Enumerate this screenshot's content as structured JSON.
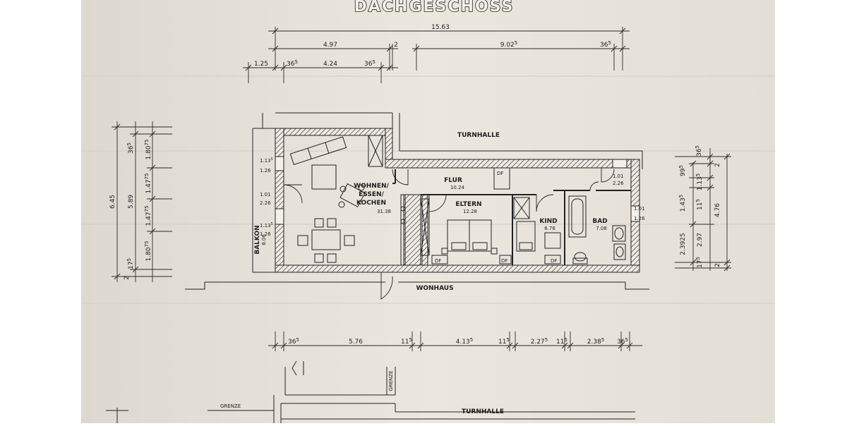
{
  "title": "DACHGESCHOSS",
  "neighbors": {
    "top": "TURNHALLE",
    "bottom": "WONHAUS",
    "lower_top": "TURNHALLE"
  },
  "grenze": "GRENZE",
  "rooms": {
    "wohnen_l1": "WOHNEN/",
    "wohnen_l2": "ESSEN/",
    "wohnen_l3": "KOCHEN",
    "wohnen_area": "31.38",
    "flur": "FLUR",
    "flur_area": "10.24",
    "eltern": "ELTERN",
    "eltern_area": "12.28",
    "kind": "KIND",
    "kind_area": "6.76",
    "bad": "BAD",
    "bad_area": "7.08",
    "balkon": "BALKON",
    "balkon_area": "8.06"
  },
  "df": "DF",
  "dims_top": {
    "overall": "15.63",
    "left_total": "4.97",
    "right_total": "9.02",
    "right_total_sup": "5",
    "step": "2",
    "end36": "36",
    "end36_sup": "5",
    "row3_a": "1.25",
    "row3_b": "36",
    "row3_b_sup": "5",
    "row3_c": "4.24",
    "row3_d": "36",
    "row3_d_sup": "5"
  },
  "dims_left": {
    "overall": "6.45",
    "mid": "5.89",
    "top36": "36",
    "top36_sup": "5",
    "a": "1.80",
    "a_sup": "75",
    "b": "1.47",
    "b_sup": "75",
    "c": "1.47",
    "c_sup": "75",
    "d": "1.80",
    "d_sup": "75",
    "e": "17",
    "e_sup": "5",
    "f": "2"
  },
  "dims_right": {
    "overall": "4.76",
    "top36": "36",
    "top36_sup": "5",
    "top2": "2",
    "a": "99",
    "a_sup": "5",
    "b": "1.13",
    "b_sup": "5",
    "c": "1.43",
    "c_sup": "5",
    "d": "11",
    "d_sup": "5",
    "e": "2.3925",
    "f": "2.97",
    "g": "17",
    "g_sup": "5",
    "h": "2"
  },
  "windows": {
    "w1_top": "1.13",
    "w1_top_sup": "5",
    "w1_bot": "1.26",
    "w2_top": "1.01",
    "w2_bot": "2.26",
    "w3_top": "1.13",
    "w3_top_sup": "5",
    "w3_bot": "1.26",
    "w4_top": "1.01",
    "w4_bot": "2.26",
    "w5_top": "1.01",
    "w5_bot": "1.26"
  },
  "dims_bottom": {
    "a": "36",
    "a_sup": "5",
    "b": "5.76",
    "c": "11",
    "c_sup": "5",
    "d": "4.13",
    "d_sup": "5",
    "e": "11",
    "e_sup": "5",
    "f": "2.27",
    "f_sup": "5",
    "g": "11",
    "g_sup": "5",
    "h": "2.38",
    "h_sup": "5",
    "i": "36",
    "i_sup": "5"
  }
}
